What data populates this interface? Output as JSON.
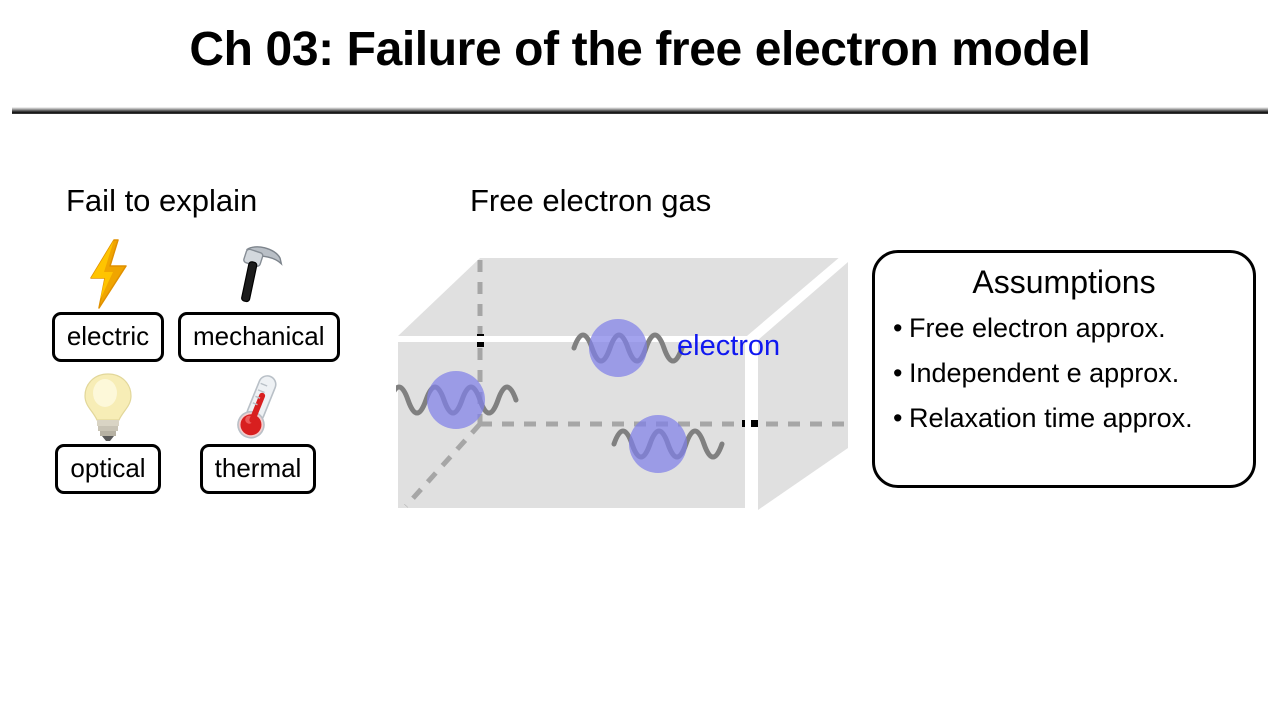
{
  "slide": {
    "title": "Ch 03: Failure of the free electron model",
    "background_color": "#ffffff",
    "text_color": "#000000"
  },
  "fail_section": {
    "heading": "Fail to explain",
    "items": [
      {
        "label": "electric",
        "icon": "lightning-bolt-icon"
      },
      {
        "label": "mechanical",
        "icon": "hammer-icon"
      },
      {
        "label": "optical",
        "icon": "light-bulb-icon"
      },
      {
        "label": "thermal",
        "icon": "thermometer-icon"
      }
    ]
  },
  "gas_section": {
    "heading": "Free electron gas",
    "electron_label": "electron",
    "electron_label_color": "#1018f0",
    "box_face_color": "#e0e0e0",
    "hidden_edge_color": "#a6a6a6",
    "electron_sphere_color": "#8080e8",
    "wave_color": "#808080",
    "electron_count": 3
  },
  "assumptions": {
    "title": "Assumptions",
    "bullet_glyph": "•",
    "items": [
      "Free electron approx.",
      "Independent e approx.",
      "Relaxation time approx."
    ]
  }
}
